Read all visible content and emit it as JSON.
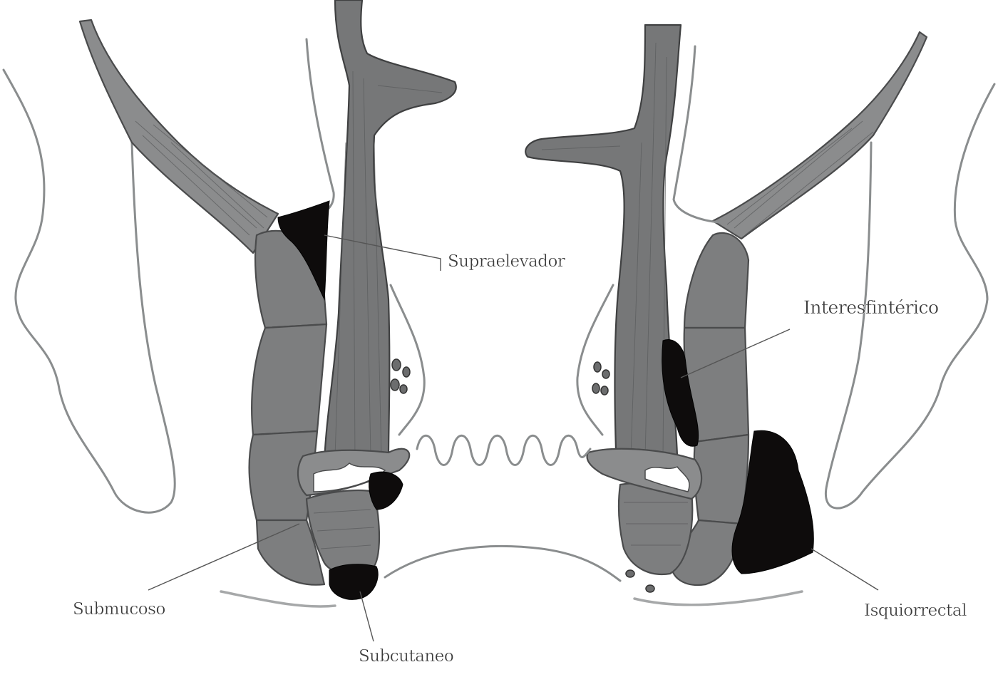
{
  "labels": {
    "supra_levator": "Supraelevador",
    "interesfinterico": "Interesfintérico",
    "submucoso": "Submucoso",
    "subcutaneo": "Subcutaneo",
    "isquiorrectal": "Isquiorrectal"
  },
  "colors": {
    "muscle": "#7d7e7f",
    "abscess": "#0e0c0c",
    "outline": "#8a8d8e"
  }
}
